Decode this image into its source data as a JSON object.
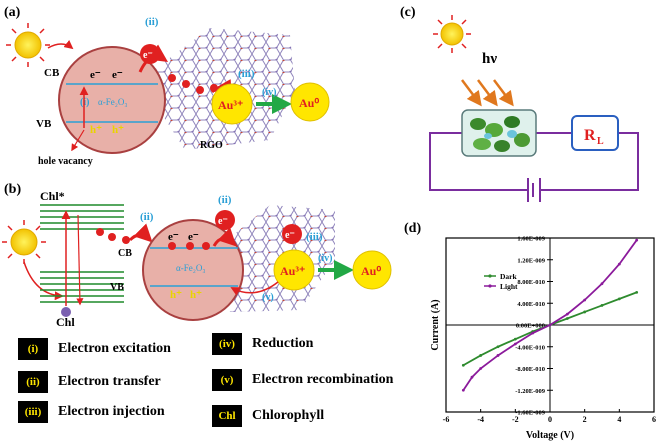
{
  "panel_labels": {
    "a": "(a)",
    "b": "(b)",
    "c": "(c)",
    "d": "(d)"
  },
  "panel_a": {
    "cb": "CB",
    "vb": "VB",
    "electron": "e⁻",
    "hole": "h⁺",
    "step_i": "(i)",
    "step_ii": "(ii)",
    "step_iii": "(iii)",
    "step_iv": "(iv)",
    "material": "α-Fe₂O₃",
    "hole_vacancy": "hole vacancy",
    "rgo": "RGO",
    "au3": "Au³⁺",
    "au0": "Au⁰"
  },
  "panel_b": {
    "chl_star": "Chl*",
    "chl": "Chl",
    "cb": "CB",
    "vb": "VB",
    "electron": "e⁻",
    "hole": "h⁺",
    "step_ii": "(ii)",
    "step_iii": "(iii)",
    "step_iv": "(iv)",
    "step_v": "(v)",
    "material": "α-Fe₂O₃",
    "au3": "Au³⁺",
    "au0": "Au⁰"
  },
  "panel_c": {
    "hv": "hν",
    "load": "R",
    "load_sub": "L"
  },
  "legend": [
    {
      "key": "(i)",
      "text": "Electron excitation"
    },
    {
      "key": "(ii)",
      "text": "Electron transfer"
    },
    {
      "key": "(iii)",
      "text": "Electron injection"
    },
    {
      "key": "(iv)",
      "text": "Reduction"
    },
    {
      "key": "(v)",
      "text": "Electron recombination"
    },
    {
      "key": "Chl",
      "text": "Chlorophyll"
    }
  ],
  "chart_data": {
    "type": "line",
    "xlabel": "Voltage (V)",
    "ylabel": "Current (A)",
    "xlim": [
      -6,
      6
    ],
    "ylim": [
      -1.6e-09,
      1.6e-09
    ],
    "x_ticks": [
      "-6",
      "-4",
      "-2",
      "0",
      "2",
      "4",
      "6"
    ],
    "y_ticks": [
      "1.60E-009",
      "1.20E-009",
      "8.00E-010",
      "4.00E-010",
      "0.00E+000",
      "-4.00E-010",
      "-8.00E-010",
      "-1.20E-009",
      "-1.60E-009"
    ],
    "legend_position": "upper-left",
    "series": [
      {
        "name": "Dark",
        "color": "#2e8b2e",
        "x": [
          -5,
          -4,
          -3,
          -2,
          -1,
          0,
          1,
          2,
          3,
          4,
          5
        ],
        "y": [
          -7.4e-10,
          -5.6e-10,
          -4e-10,
          -2.6e-10,
          -1.2e-10,
          0,
          1.2e-10,
          2.4e-10,
          3.6e-10,
          4.8e-10,
          6e-10
        ]
      },
      {
        "name": "Light",
        "color": "#8b1a9b",
        "x": [
          -5,
          -4.5,
          -4,
          -3,
          -2,
          -1,
          0,
          1,
          2,
          3,
          4,
          5
        ],
        "y": [
          -1.2e-09,
          -9.6e-10,
          -8e-10,
          -5.6e-10,
          -3.5e-10,
          -1.5e-10,
          0,
          2e-10,
          4.6e-10,
          7.6e-10,
          1.12e-09,
          1.56e-09
        ]
      }
    ]
  }
}
